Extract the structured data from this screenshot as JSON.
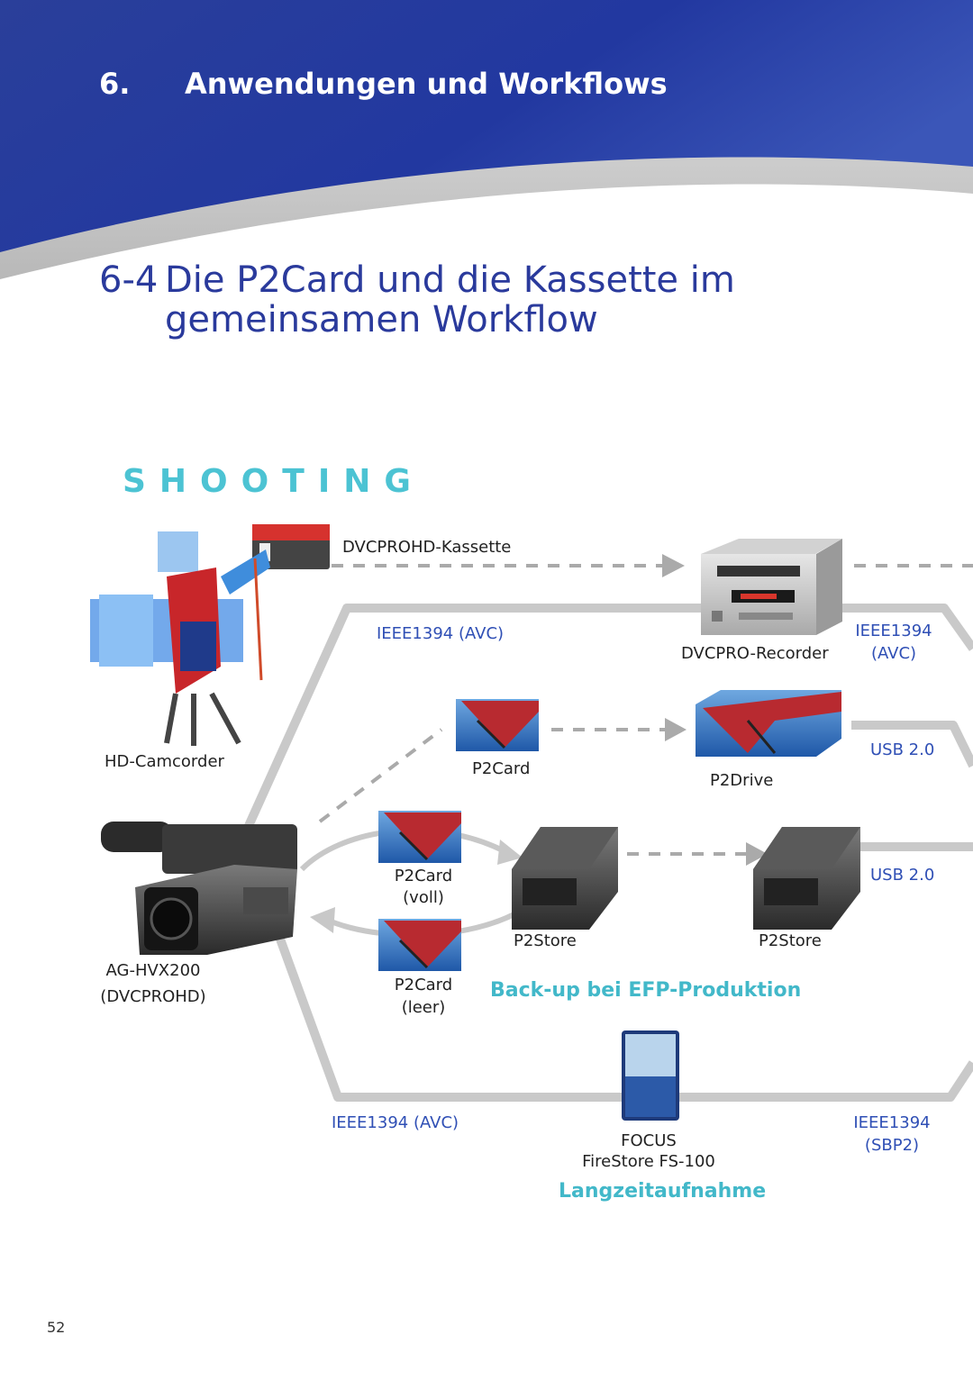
{
  "header": {
    "chapter_number": "6.",
    "chapter_title": "Anwendungen und Workflows"
  },
  "section": {
    "number": "6-4",
    "title_line1": "Die P2Card und die Kassette im",
    "title_line2": "gemeinsamen Workflow"
  },
  "diagram": {
    "heading": "SHOOTING",
    "labels": {
      "cassette": "DVCPROHD-Kassette",
      "hd_camcorder": "HD-Camcorder",
      "ieee_avc_upper": "IEEE1394 (AVC)",
      "recorder": "DVCPRO-Recorder",
      "ieee_right_1": "IEEE1394",
      "avc_right": "(AVC)",
      "p2card": "P2Card",
      "p2drive": "P2Drive",
      "usb_1": "USB 2.0",
      "p2card_full_1": "P2Card",
      "p2card_full_2": "(voll)",
      "usb_2": "USB 2.0",
      "p2store_left": "P2Store",
      "p2store_right": "P2Store",
      "hvx_model": "AG-HVX200",
      "hvx_format": "(DVCPROHD)",
      "p2card_empty_1": "P2Card",
      "p2card_empty_2": "(leer)",
      "backup": "Back-up bei EFP-Produktion",
      "ieee_avc_lower": "IEEE1394 (AVC)",
      "focus": "FOCUS",
      "firestore": "FireStore FS-100",
      "ieee_right_2": "IEEE1394",
      "sbp2": "(SBP2)",
      "longterm": "Langzeitaufnahme"
    }
  },
  "page_number": "52"
}
